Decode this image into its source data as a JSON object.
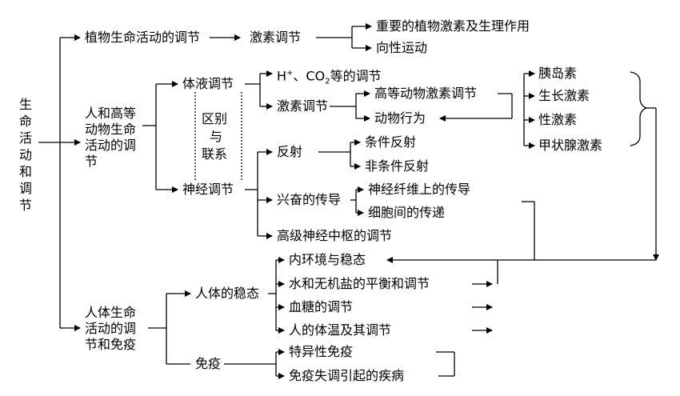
{
  "root": [
    "生",
    "命",
    "活",
    "动",
    "和",
    "调",
    "节"
  ],
  "branches": {
    "plant": "植物生命活动的调节",
    "animal": [
      "人和高等",
      "动物生命",
      "活动的调",
      "节"
    ],
    "human": [
      "人体生命",
      "活动的调",
      "节和免疫"
    ]
  },
  "plant_sub": {
    "hormone_reg": "激素调节",
    "important_hormones": "重要的植物激素及生理作用",
    "tropism": "向性运动"
  },
  "animal_sub": {
    "humoral": "体液调节",
    "neural": "神经调节",
    "diff": [
      "区别",
      "与",
      "联系"
    ],
    "h_co2_prefix": "H",
    "h_co2_sup": "+",
    "h_co2_mid": "、CO",
    "h_co2_sub": "2",
    "h_co2_suffix": "等的调节",
    "hormone_reg": "激素调节",
    "higher_animal_hormone": "高等动物激素调节",
    "animal_behavior": "动物行为",
    "reflex": "反射",
    "conditioned": "条件反射",
    "unconditioned": "非条件反射",
    "excitation": "兴奋的传导",
    "nerve_fiber": "神经纤维上的传导",
    "between_cells": "细胞间的传递",
    "higher_center": "高级神经中枢的调节",
    "hormones": [
      "胰岛素",
      "生长激素",
      "性激素",
      "甲状腺激素"
    ]
  },
  "human_sub": {
    "homeostasis": "人体的稳态",
    "immunity": "免疫",
    "internal_env": "内环境与稳态",
    "water_salt": "水和无机盐的平衡和调节",
    "blood_sugar": "血糖的调节",
    "body_temp": "人的体温及其调节",
    "specific_immunity": "特异性免疫",
    "immune_disorder": "免疫失调引起的疾病"
  }
}
